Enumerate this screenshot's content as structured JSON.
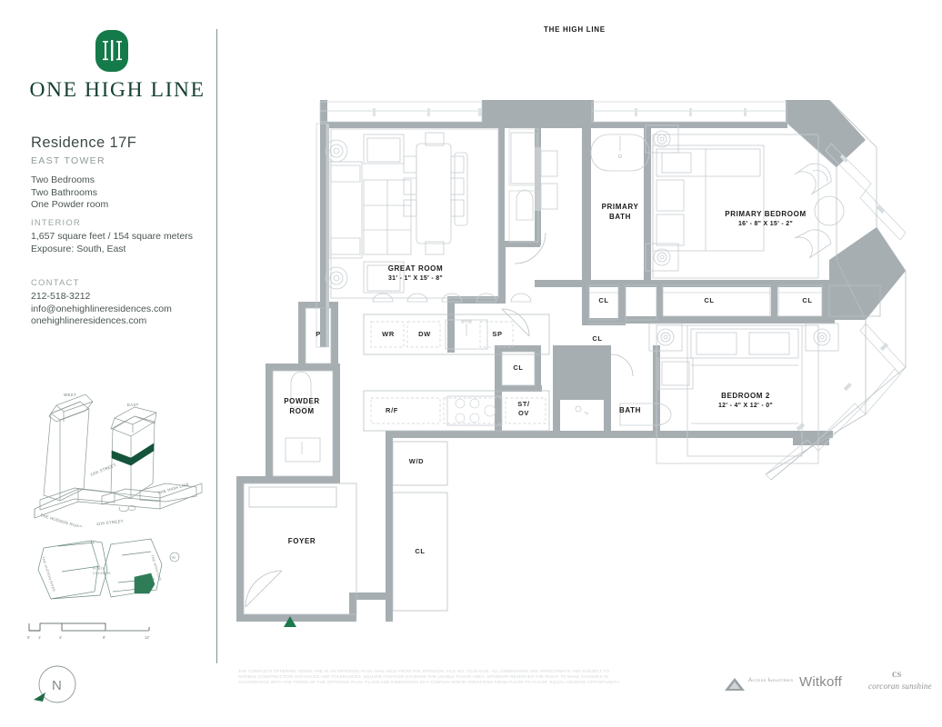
{
  "brand": {
    "logo_icon": "one-high-line-monogram",
    "title": "ONE HIGH LINE"
  },
  "residence": {
    "name": "Residence 17F",
    "tower": "EAST TOWER",
    "rooms": "Two Bedrooms\nTwo Bathrooms\nOne Powder room",
    "interior_label": "INTERIOR",
    "interior_body": "1,657 square feet / 154 square meters\nExposure: South, East",
    "contact_label": "CONTACT",
    "contact_body": "212-518-3212\ninfo@onehighlineresidences.com\nonehighlineresidences.com"
  },
  "massing": {
    "west_label": "WEST",
    "east_label": "EAST",
    "street_10th": "10th STREET",
    "street_11th": "11th STREET",
    "highline_label": "THE HIGH LINE",
    "river_label": "THE HUDSON RIVER",
    "highlight_color": "#14543a"
  },
  "sitemap": {
    "river_label": "THE HUDSON RIVER",
    "highline_label": "THE HIGH LINE",
    "block_label": "PORTS—\nCOCHERE",
    "north_label": "N",
    "unit_color": "#2e7d58"
  },
  "scale": {
    "ticks": [
      "0'",
      "1'",
      "4'",
      "8'",
      "12'"
    ]
  },
  "compass": {
    "label": "N"
  },
  "plan": {
    "top_label": "THE HIGH LINE",
    "entry_marker_color": "#1d7a4c",
    "rooms": [
      {
        "name": "GREAT ROOM",
        "dim": "31' - 1\" X 15' - 8\""
      },
      {
        "name": "PRIMARY BATH",
        "dim": ""
      },
      {
        "name": "PRIMARY BEDROOM",
        "dim": "16' - 8\" X 15' - 2\""
      },
      {
        "name": "BEDROOM 2",
        "dim": "12' - 4\" X 12' - 0\""
      },
      {
        "name": "BATH",
        "dim": ""
      },
      {
        "name": "POWDER ROOM",
        "dim": ""
      },
      {
        "name": "FOYER",
        "dim": ""
      }
    ],
    "labels": {
      "great_room": "GREAT ROOM",
      "great_room_dim": "31' - 1\" X 15' - 8\"",
      "primary_bath_l1": "PRIMARY",
      "primary_bath_l2": "BATH",
      "primary_bedroom": "PRIMARY BEDROOM",
      "primary_bedroom_dim": "16' - 8\" X 15' - 2\"",
      "bedroom2": "BEDROOM 2",
      "bedroom2_dim": "12' - 4\" X 12' - 0\"",
      "bath": "BATH",
      "powder_l1": "POWDER",
      "powder_l2": "ROOM",
      "foyer": "FOYER",
      "pantry": "P",
      "cl1": "CL",
      "cl2": "CL",
      "cl3": "CL",
      "cl4": "CL",
      "cl5": "CL",
      "cl6": "CL",
      "wr": "WR",
      "dw": "DW",
      "sp": "SP",
      "rf": "R/F",
      "stov_l1": "ST/",
      "stov_l2": "OV",
      "wd": "W/D"
    }
  },
  "footer": {
    "disclaimer": "THE COMPLETE OFFERING TERMS ARE IN AN OFFERING PLAN AVAILABLE FROM THE SPONSOR. FILE NO. CD16-0234. ALL DIMENSIONS ARE APPROXIMATE AND SUBJECT TO NORMAL CONSTRUCTION VARIANCES AND TOLERANCES. SQUARE FOOTAGE EXCEEDS THE USABLE FLOOR AREA. SPONSOR RESERVES THE RIGHT TO MAKE CHANGES IN ACCORDANCE WITH THE TERMS OF THE OFFERING PLAN. PLANS AND DIMENSIONS MAY CONTAIN MINOR VARIATIONS FROM FLOOR TO FLOOR. EQUAL HOUSING OPPORTUNITY.",
    "logo_access": "Access Industries",
    "logo_witkoff": "Witkoff",
    "logo_corcoran": "corcoran sunshine",
    "logo_corcoran_mark": "CS"
  }
}
